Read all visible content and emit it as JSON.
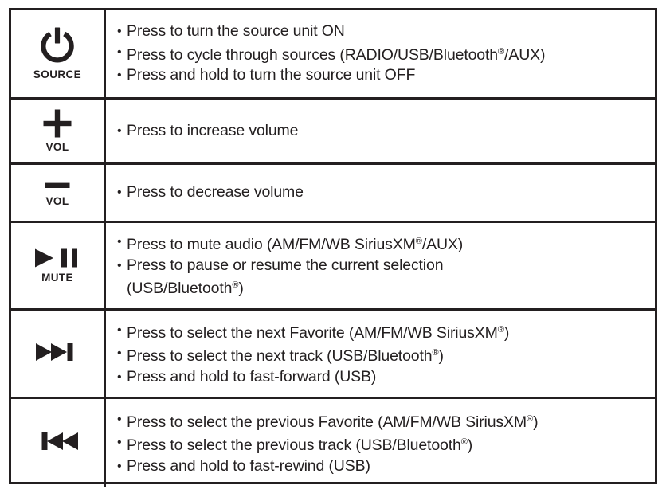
{
  "table": {
    "rows": [
      {
        "icon": "power-icon",
        "icon_label": "SOURCE",
        "lines": [
          {
            "text": "Press to turn the source unit ON",
            "continuation": false
          },
          {
            "text": "Press to cycle through sources (RADIO/USB/Bluetooth®/AUX)",
            "continuation": false
          },
          {
            "text": "Press and hold to turn the source unit OFF",
            "continuation": false
          }
        ]
      },
      {
        "icon": "plus-icon",
        "icon_label": "VOL",
        "lines": [
          {
            "text": "Press to increase volume",
            "continuation": false
          }
        ]
      },
      {
        "icon": "minus-icon",
        "icon_label": "VOL",
        "lines": [
          {
            "text": "Press to decrease volume",
            "continuation": false
          }
        ]
      },
      {
        "icon": "play-pause-icon",
        "icon_label": "MUTE",
        "lines": [
          {
            "text": "Press to mute audio (AM/FM/WB SiriusXM®/AUX)",
            "continuation": false
          },
          {
            "text": "Press to pause or resume the current selection",
            "continuation": false
          },
          {
            "text": "(USB/Bluetooth®)",
            "continuation": true
          }
        ]
      },
      {
        "icon": "next-track-icon",
        "icon_label": "",
        "lines": [
          {
            "text": "Press to select the next Favorite (AM/FM/WB SiriusXM®)",
            "continuation": false
          },
          {
            "text": "Press to select the next track (USB/Bluetooth®)",
            "continuation": false
          },
          {
            "text": "Press and hold to fast-forward (USB)",
            "continuation": false
          }
        ]
      },
      {
        "icon": "previous-track-icon",
        "icon_label": "",
        "lines": [
          {
            "text": "Press to select the previous Favorite (AM/FM/WB SiriusXM®)",
            "continuation": false
          },
          {
            "text": "Press to select the previous track (USB/Bluetooth®)",
            "continuation": false
          },
          {
            "text": "Press and hold to fast-rewind (USB)",
            "continuation": false
          }
        ]
      }
    ]
  },
  "colors": {
    "ink": "#231f20",
    "background": "#ffffff"
  }
}
